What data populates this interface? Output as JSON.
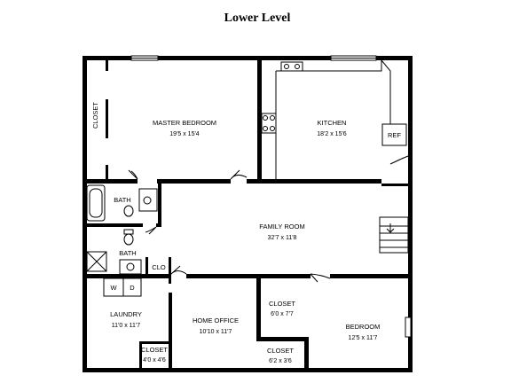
{
  "title": "Lower Level",
  "rooms": {
    "master_bedroom": {
      "name": "MASTER BEDROOM",
      "dims": "19'5 x 15'4"
    },
    "kitchen": {
      "name": "KITCHEN",
      "dims": "18'2 x 15'6"
    },
    "family_room": {
      "name": "FAMILY ROOM",
      "dims": "32'7 x 11'8"
    },
    "laundry": {
      "name": "LAUNDRY",
      "dims": "11'0 x 11'7"
    },
    "home_office": {
      "name": "HOME OFFICE",
      "dims": "10'10 x 11'7"
    },
    "bedroom": {
      "name": "BEDROOM",
      "dims": "12'5 x 11'7"
    },
    "closet_upper": {
      "name": "CLOSET",
      "dims": "6'0 x 7'7"
    },
    "closet_office": {
      "name": "CLOSET",
      "dims": "6'2 x 3'6"
    },
    "closet_laundry": {
      "name": "CLOSET",
      "dims": "4'0 x 4'6"
    }
  },
  "labels": {
    "master_closet": "CLOSET",
    "bath_upper": "BATH",
    "bath_lower": "BATH",
    "clo": "CLO",
    "washer": "W",
    "dryer": "D",
    "ref": "REF"
  }
}
